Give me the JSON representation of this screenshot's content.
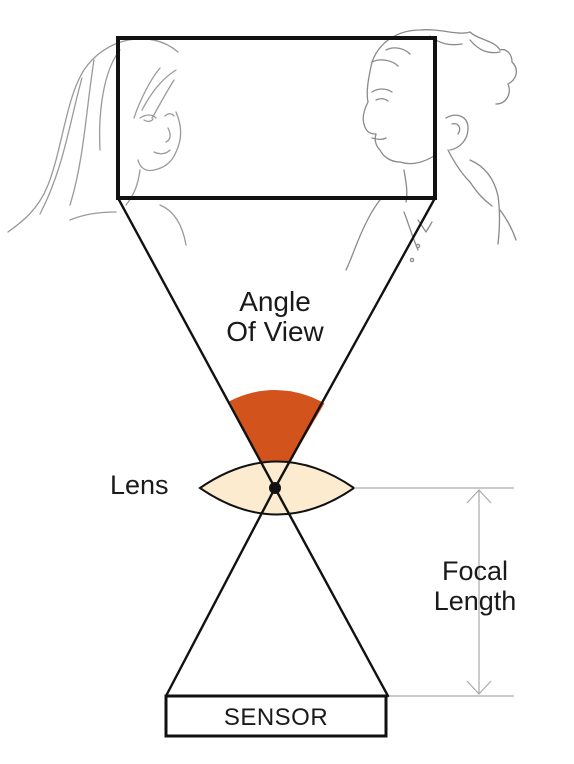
{
  "labels": {
    "angle_of_view_line1": "Angle",
    "angle_of_view_line2": "Of View",
    "lens": "Lens",
    "focal_line1": "Focal",
    "focal_line2": "Length",
    "sensor": "SENSOR"
  },
  "colors": {
    "angle_wedge": "#d2541c",
    "lens_fill": "#fdebd0",
    "line": "#111111",
    "dimension_line": "#aaaaaa",
    "sketch": "#9a9a9a"
  },
  "icons": {
    "left_person": "girl-face-sketch",
    "right_person": "boy-face-sketch"
  }
}
